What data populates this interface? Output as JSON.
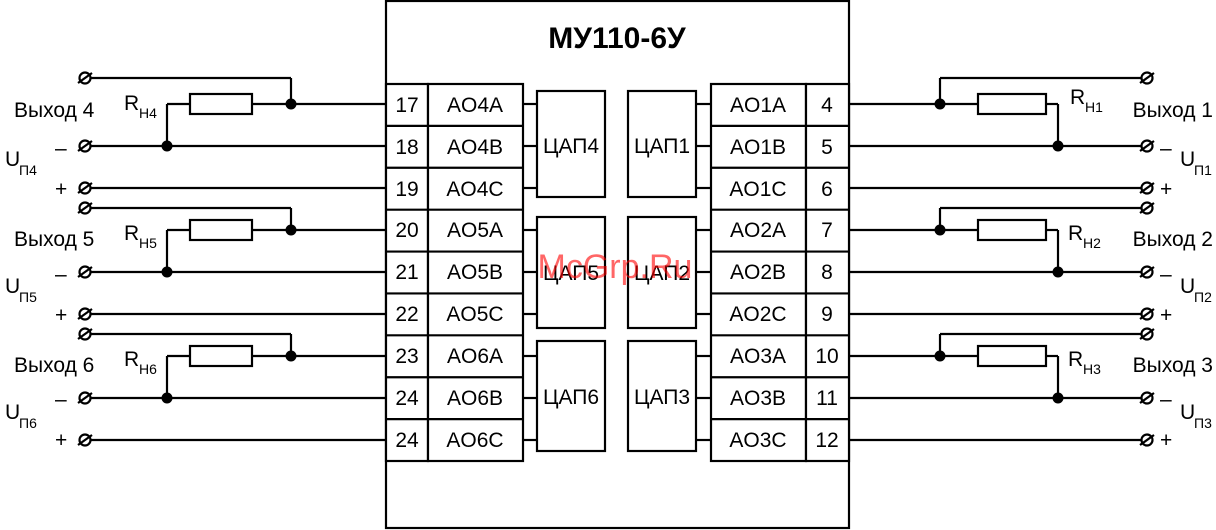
{
  "title": "МУ110-6У",
  "watermark": "McGrp.Ru",
  "left_rows": [
    {
      "pin": "17",
      "label": "AO4A"
    },
    {
      "pin": "18",
      "label": "AO4B"
    },
    {
      "pin": "19",
      "label": "AO4C"
    },
    {
      "pin": "20",
      "label": "AO5A"
    },
    {
      "pin": "21",
      "label": "AO5B"
    },
    {
      "pin": "22",
      "label": "AO5C"
    },
    {
      "pin": "23",
      "label": "AO6A"
    },
    {
      "pin": "24",
      "label": "AO6B"
    },
    {
      "pin": "24",
      "label": "AO6C"
    }
  ],
  "right_rows": [
    {
      "pin": "4",
      "label": "AO1A"
    },
    {
      "pin": "5",
      "label": "AO1B"
    },
    {
      "pin": "6",
      "label": "AO1C"
    },
    {
      "pin": "7",
      "label": "AO2A"
    },
    {
      "pin": "8",
      "label": "AO2B"
    },
    {
      "pin": "9",
      "label": "AO2C"
    },
    {
      "pin": "10",
      "label": "AO3A"
    },
    {
      "pin": "11",
      "label": "AO3B"
    },
    {
      "pin": "12",
      "label": "AO3C"
    }
  ],
  "left_dacs": [
    "ЦАП4",
    "ЦАП5",
    "ЦАП6"
  ],
  "right_dacs": [
    "ЦАП1",
    "ЦАП2",
    "ЦАП3"
  ],
  "left_channels": [
    {
      "output": "Выход 4",
      "r_main": "R",
      "r_sub": "H4",
      "u_main": "U",
      "u_sub": "П4",
      "minus": "–",
      "plus": "+"
    },
    {
      "output": "Выход 5",
      "r_main": "R",
      "r_sub": "H5",
      "u_main": "U",
      "u_sub": "П5",
      "minus": "–",
      "plus": "+"
    },
    {
      "output": "Выход 6",
      "r_main": "R",
      "r_sub": "H6",
      "u_main": "U",
      "u_sub": "П6",
      "minus": "–",
      "plus": "+"
    }
  ],
  "right_channels": [
    {
      "output": "Выход 1",
      "r_main": "R",
      "r_sub": "H1",
      "u_main": "U",
      "u_sub": "П1",
      "minus": "–",
      "plus": "+"
    },
    {
      "output": "Выход 2",
      "r_main": "R",
      "r_sub": "H2",
      "u_main": "U",
      "u_sub": "П2",
      "minus": "–",
      "plus": "+"
    },
    {
      "output": "Выход 3",
      "r_main": "R",
      "r_sub": "H3",
      "u_main": "U",
      "u_sub": "П3",
      "minus": "–",
      "plus": "+"
    }
  ]
}
